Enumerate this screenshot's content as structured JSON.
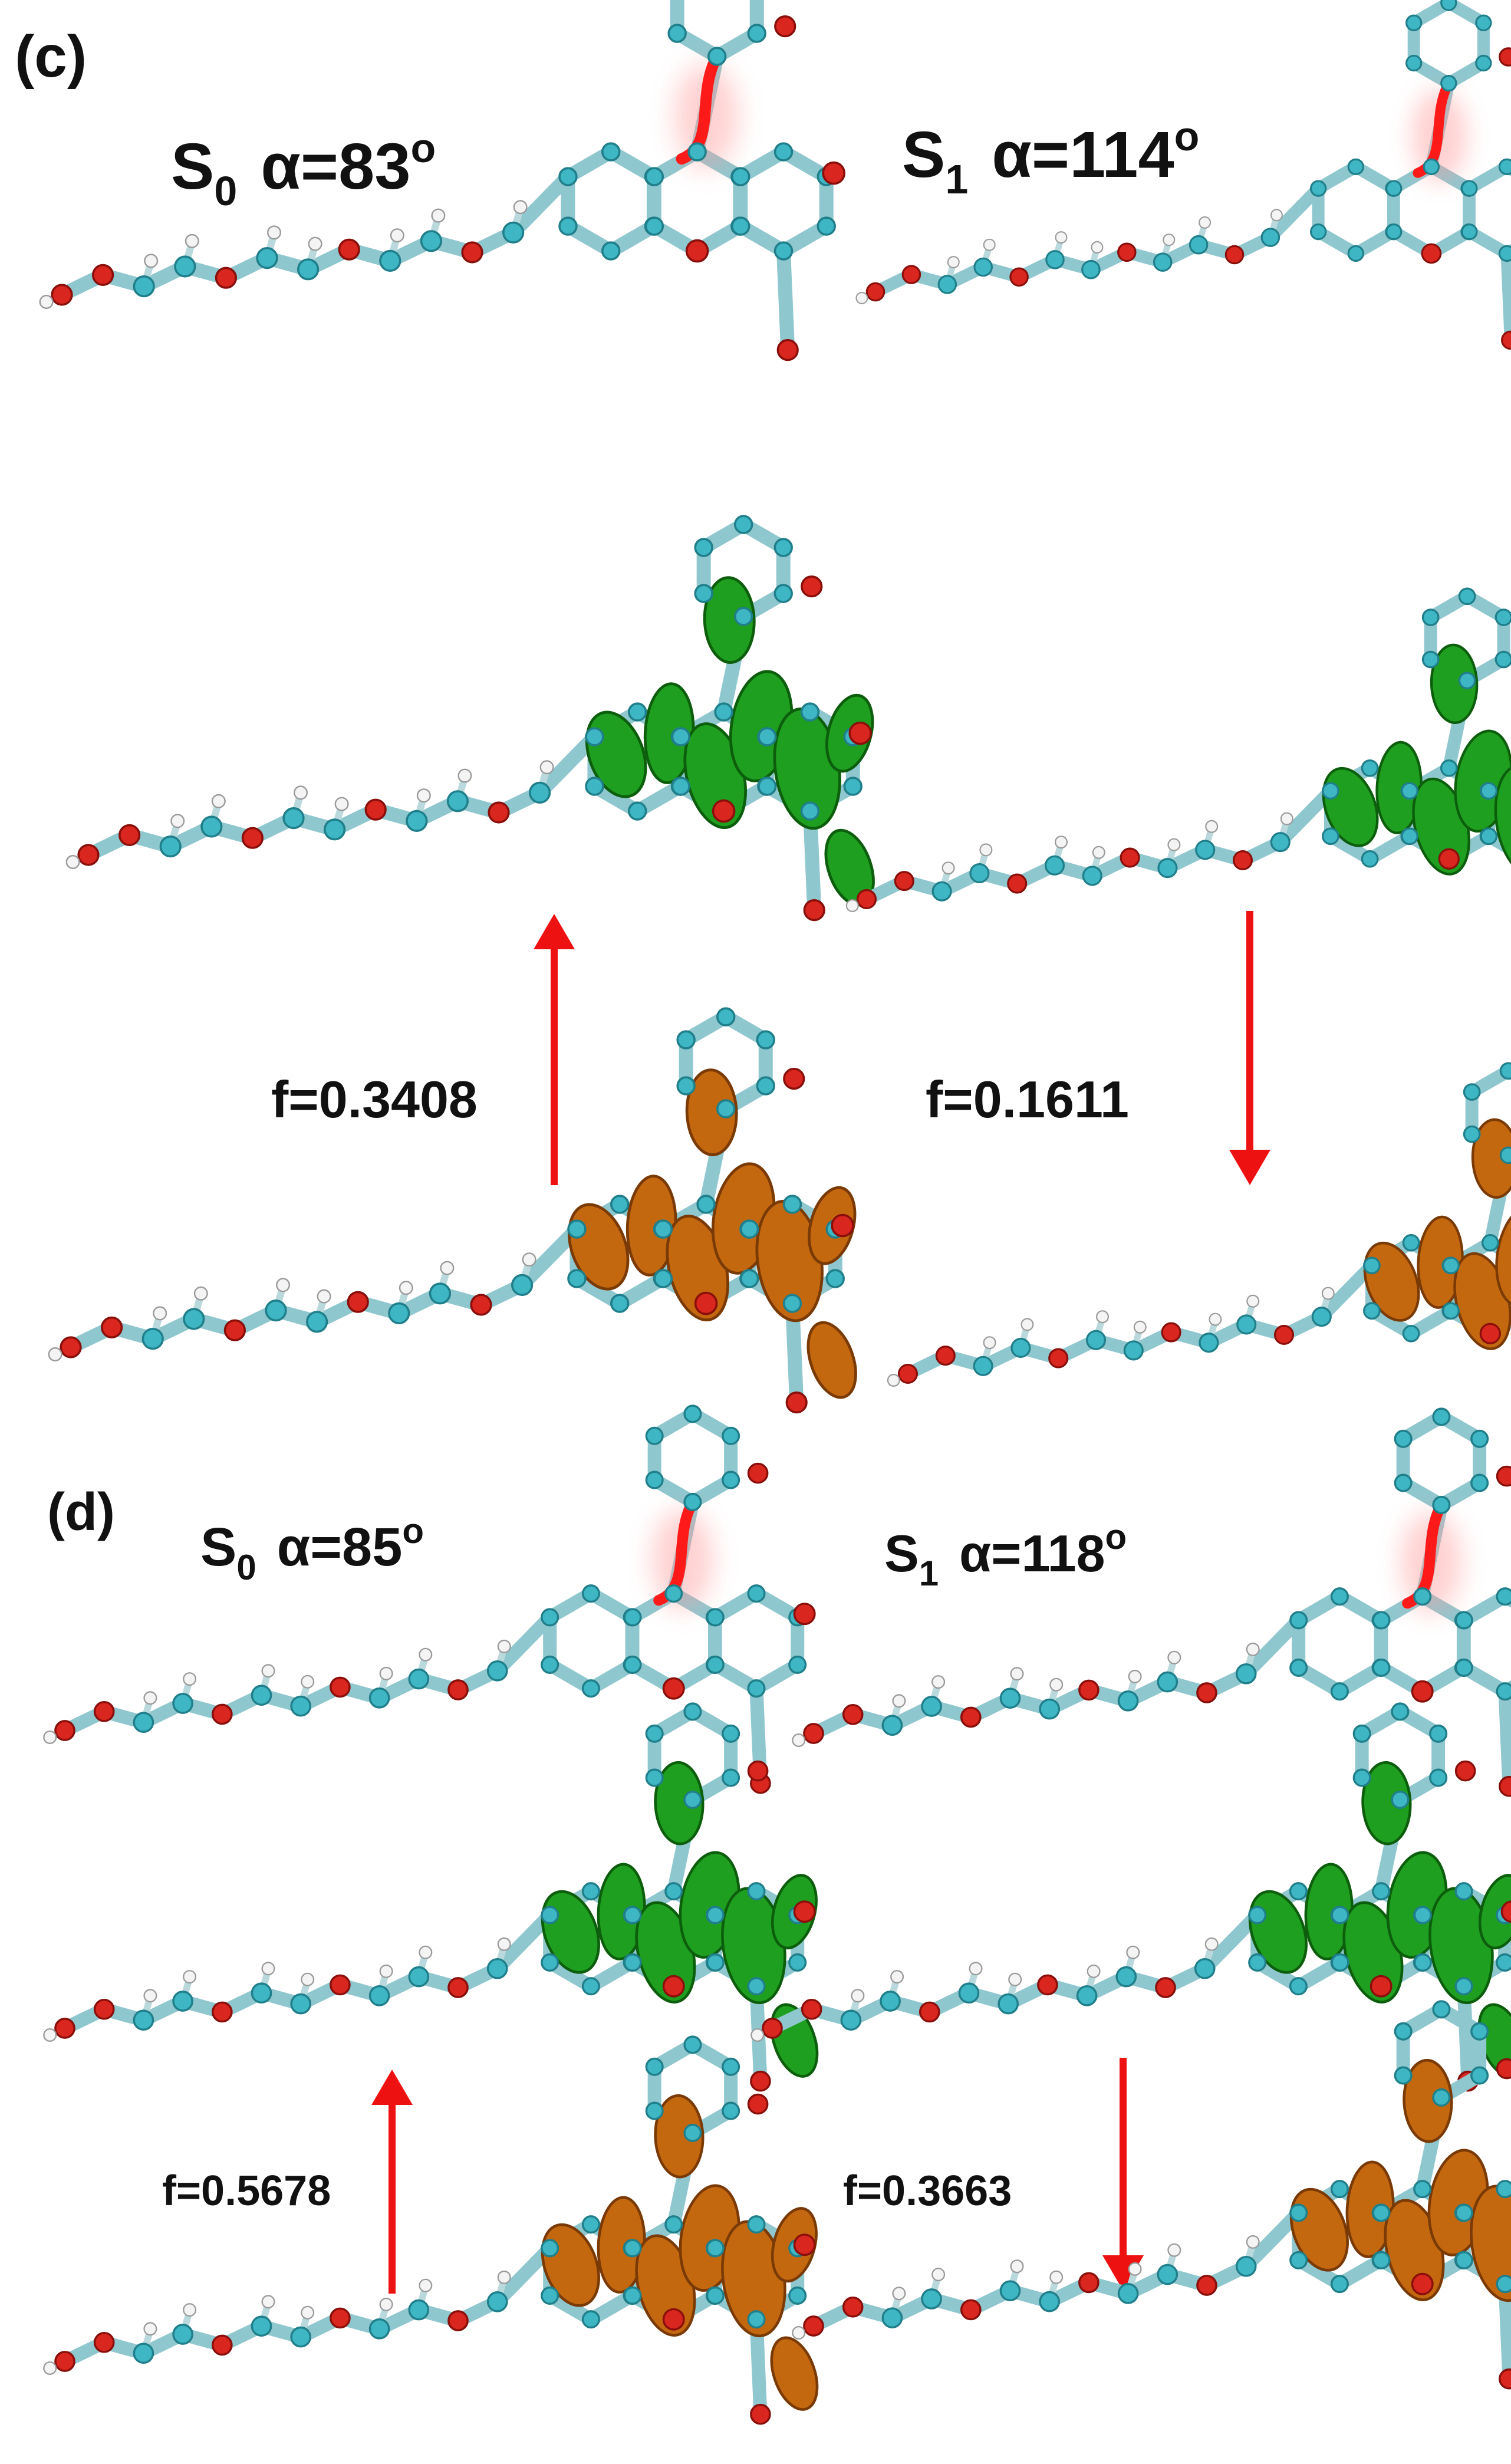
{
  "panels": [
    {
      "id": "c",
      "label": "(c)",
      "s0": {
        "state": "S",
        "sub": "0",
        "angle": "α=83",
        "sup": "o"
      },
      "s1": {
        "state": "S",
        "sub": "1",
        "angle": "α=114",
        "sup": "o"
      },
      "f_absorption": "f=0.3408",
      "f_emission": "f=0.1611"
    },
    {
      "id": "d",
      "label": "(d)",
      "s0": {
        "state": "S",
        "sub": "0",
        "angle": "α=85",
        "sup": "o"
      },
      "s1": {
        "state": "S",
        "sub": "1",
        "angle": "α=118",
        "sup": "o"
      },
      "f_absorption": "f=0.5678",
      "f_emission": "f=0.3663"
    }
  ],
  "colors": {
    "lumo_orbital": "#1f9f1f",
    "homo_orbital": "#c4680f",
    "arrow": "#ee1111",
    "carbon": "#3fb6c4",
    "oxygen": "#d9261f",
    "hydrogen": "#f4f4f4",
    "torsion_highlight": "#ff1a1a"
  }
}
